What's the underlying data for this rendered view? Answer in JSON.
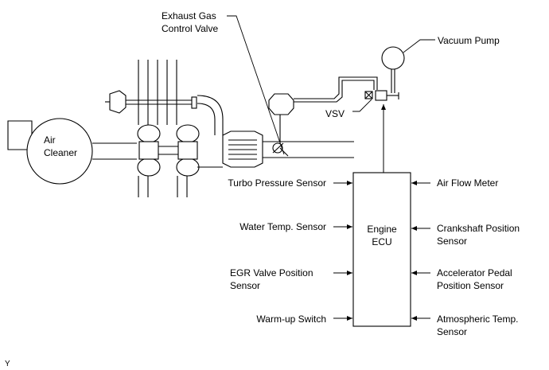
{
  "labels": {
    "exhaust_valve_1": "Exhaust Gas",
    "exhaust_valve_2": "Control Valve",
    "vacuum_pump": "Vacuum Pump",
    "vsv": "VSV",
    "air_cleaner_1": "Air",
    "air_cleaner_2": "Cleaner",
    "ecu_1": "Engine",
    "ecu_2": "ECU",
    "corner_mark": "Y"
  },
  "inputs_left": [
    {
      "line1": "Turbo Pressure Sensor",
      "line2": ""
    },
    {
      "line1": "Water Temp. Sensor",
      "line2": ""
    },
    {
      "line1": "EGR Valve Position",
      "line2": "Sensor"
    },
    {
      "line1": "Warm-up Switch",
      "line2": ""
    }
  ],
  "inputs_right": [
    {
      "line1": "Air Flow Meter",
      "line2": ""
    },
    {
      "line1": "Crankshaft Position",
      "line2": "Sensor"
    },
    {
      "line1": "Accelerator Pedal",
      "line2": "Position Sensor"
    },
    {
      "line1": "Atmospheric Temp.",
      "line2": "Sensor"
    }
  ]
}
